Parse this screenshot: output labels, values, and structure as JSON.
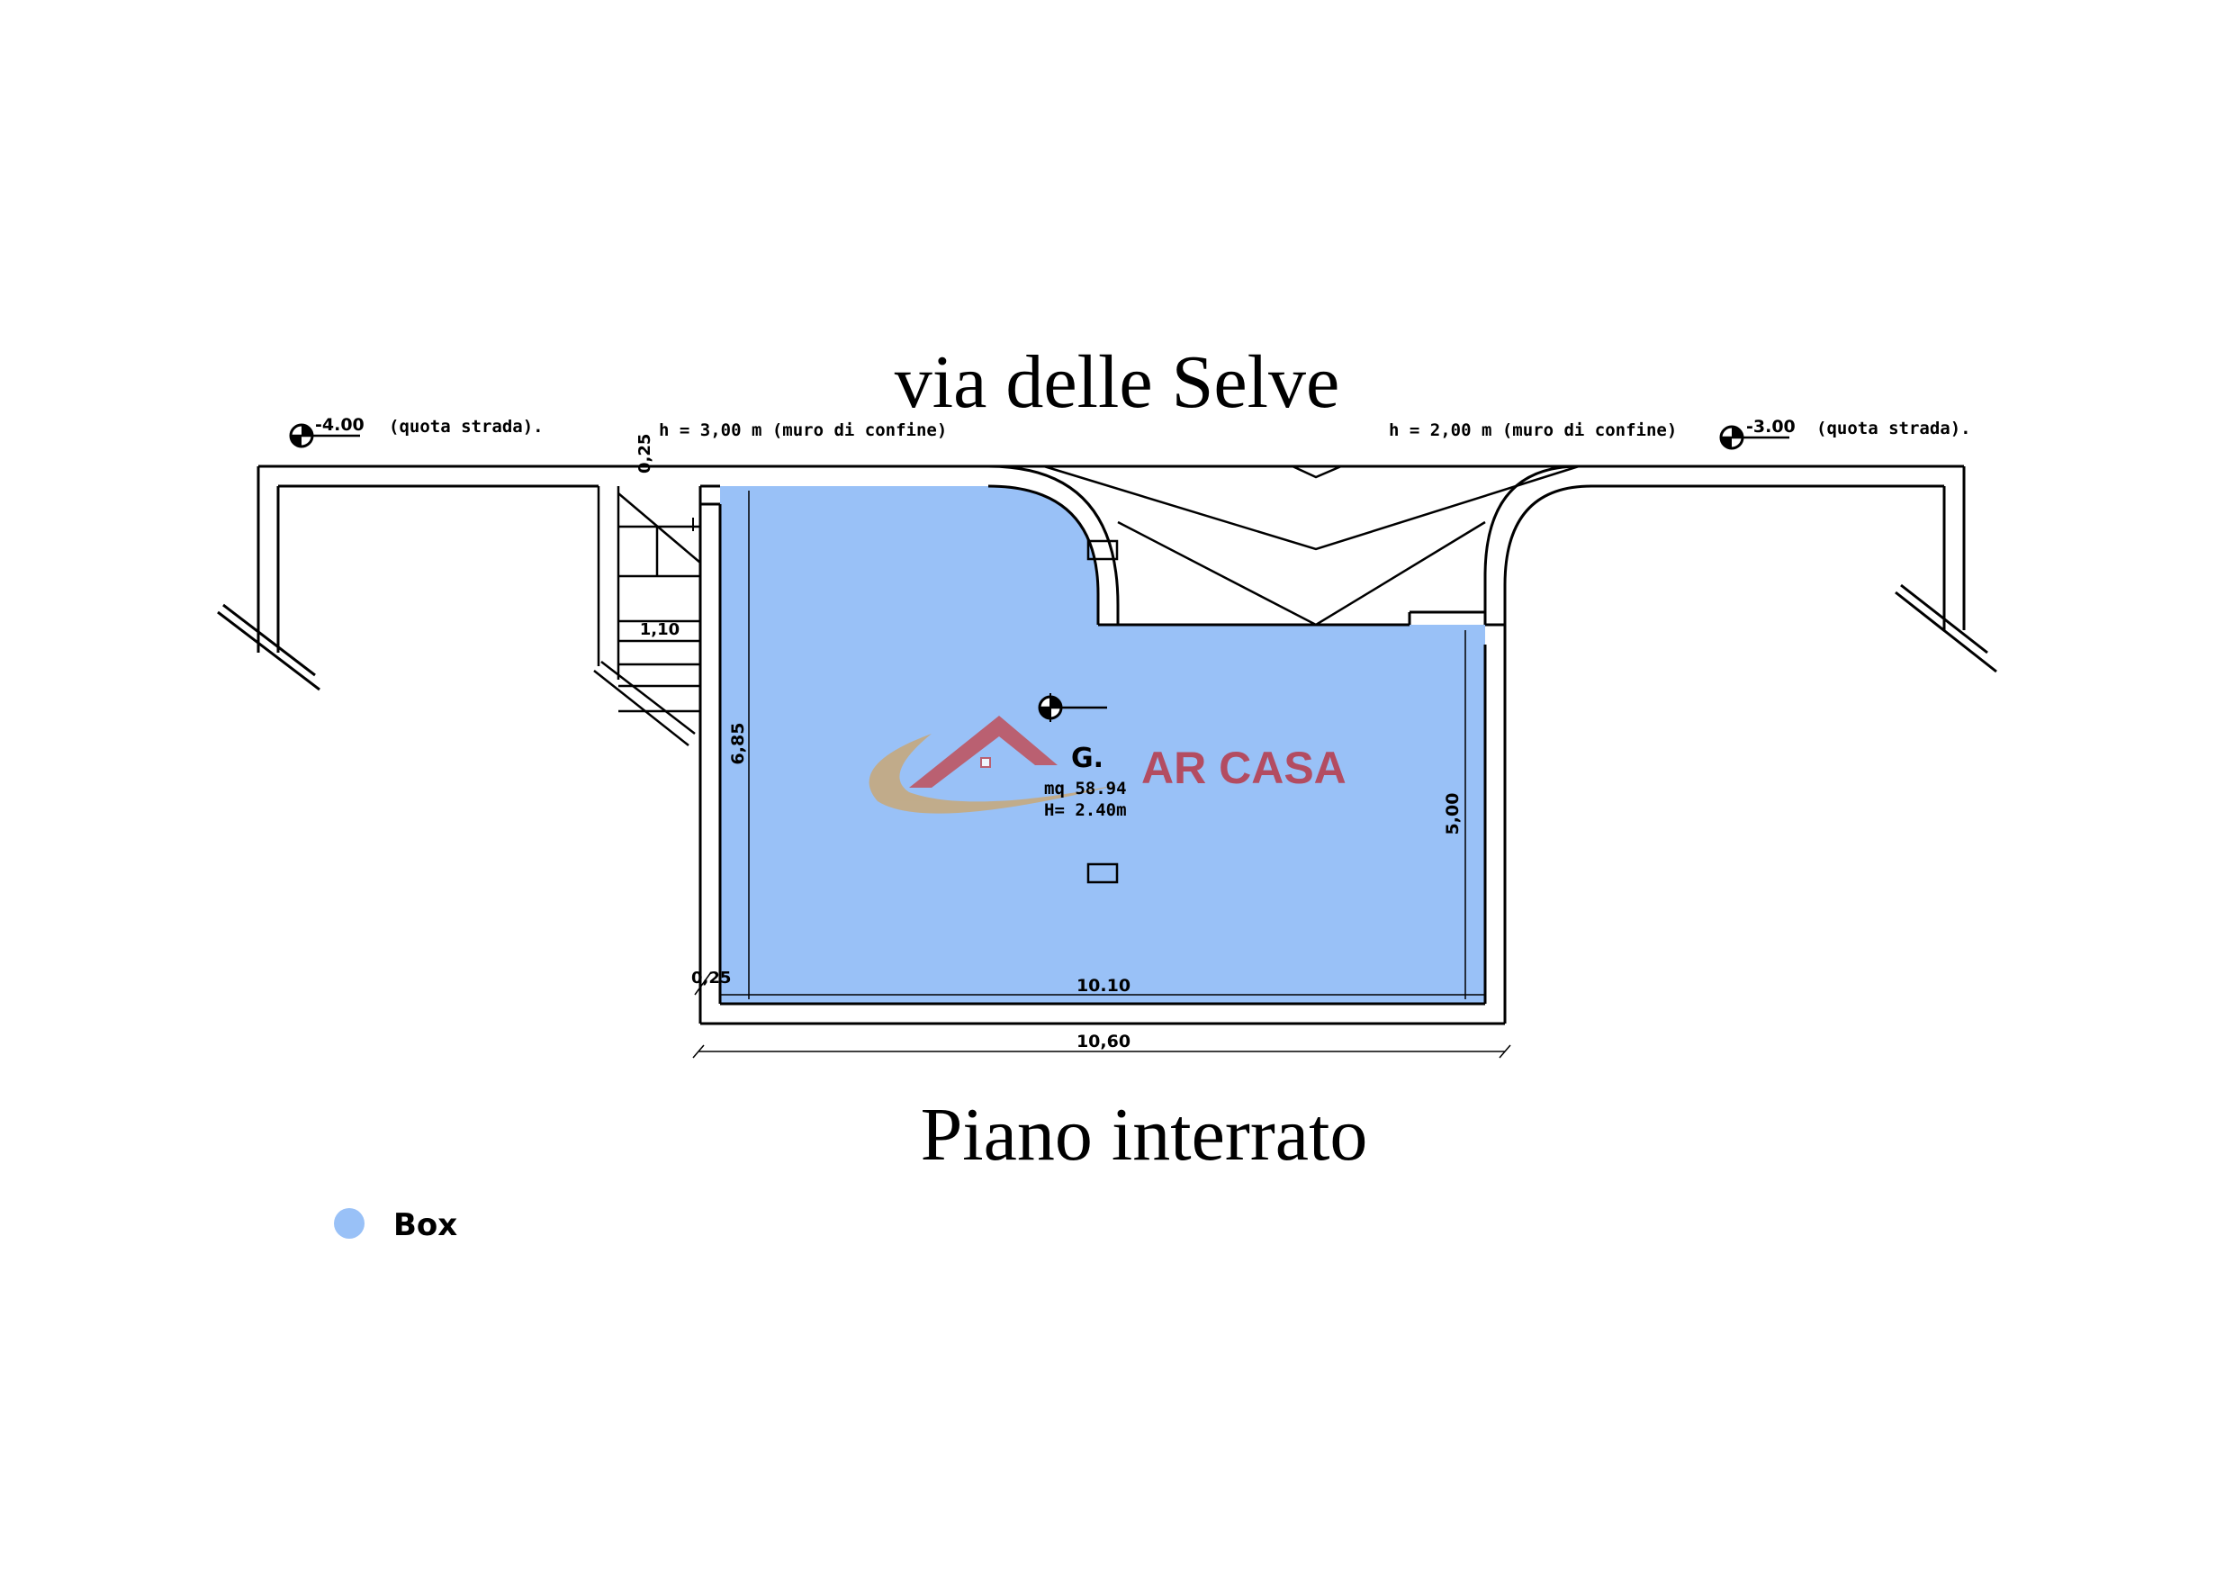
{
  "titles": {
    "street": "via delle Selve",
    "floor": "Piano interrato"
  },
  "annotations": {
    "left_level": "-4.00",
    "left_level_note": "(quota strada).",
    "wall_left": "h = 3,00 m (muro di confine)",
    "wall_right": "h = 2,00 m (muro di confine)",
    "right_level": "-3.00",
    "right_level_note": "(quota strada)."
  },
  "room": {
    "label": "G.",
    "area": "mq 58.94",
    "height": "H= 2.40m"
  },
  "dimensions": {
    "top_wall": "0,25",
    "stair_width": "1,10",
    "left_depth": "6,85",
    "right_depth": "5,00",
    "corner_wall": "0,25",
    "inner_width": "10.10",
    "outer_width": "10,60"
  },
  "legend": {
    "items": [
      {
        "label": "Box",
        "color": "#99c1f7"
      }
    ]
  },
  "watermark": {
    "text": "AR CASA",
    "colors": {
      "roof": "#c0505a",
      "swoosh": "#c8a878",
      "text": "#b83848"
    }
  },
  "colors": {
    "box_fill": "#99c1f7",
    "line": "#000000"
  }
}
